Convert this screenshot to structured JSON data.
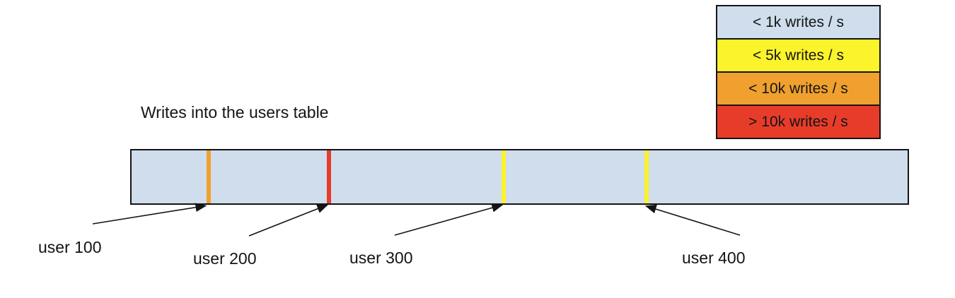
{
  "title": "Writes into the users table",
  "legend": {
    "items": [
      {
        "label": "< 1k writes / s",
        "color": "#cfdded"
      },
      {
        "label": "< 5k writes / s",
        "color": "#fbf32b"
      },
      {
        "label": "< 10k writes / s",
        "color": "#f0a02e"
      },
      {
        "label": "> 10k writes / s",
        "color": "#e83c2a"
      }
    ]
  },
  "bar": {
    "fill": "#cfdded",
    "border": "#141414"
  },
  "markers": [
    {
      "user": "user 100",
      "color": "#f0a02e",
      "rate": "< 10k writes / s"
    },
    {
      "user": "user 200",
      "color": "#e83c2a",
      "rate": "> 10k writes / s"
    },
    {
      "user": "user 300",
      "color": "#fbf32b",
      "rate": "< 5k writes / s"
    },
    {
      "user": "user 400",
      "color": "#fbf32b",
      "rate": "< 5k writes / s"
    }
  ]
}
